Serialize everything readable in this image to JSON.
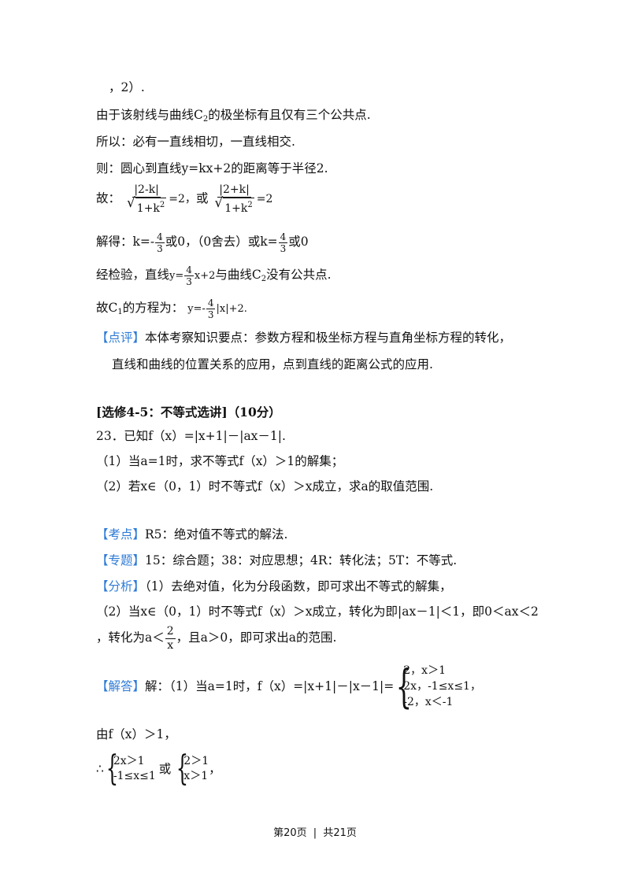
{
  "lines": {
    "l01": "，2）.",
    "l02a": "由于该射线与曲线C",
    "l02sub": "2",
    "l02b": "的极坐标有且仅有三个公共点.",
    "l03": "所以：必有一直线相切，一直线相交.",
    "l04": "则：圆心到直线y=kx+2的距离等于半径2.",
    "l05a": "故：",
    "l05num1": "|2-k|",
    "l05den1": "1+k",
    "l05eq1": "=2，",
    "l05or": "或",
    "l05num2": "|2+k|",
    "l05den2": "1+k",
    "l05eq2": "=2",
    "l06a": "解得：k=",
    "l06neg": "-",
    "l06num": "4",
    "l06den": "3",
    "l06b": "或0，（0舍去）或k=",
    "l06num2": "4",
    "l06den2": "3",
    "l06c": "或0",
    "l07a": "经检验，直线",
    "l07y": "y=",
    "l07num": "4",
    "l07den": "3",
    "l07b": "x+2",
    "l07c": "与曲线C",
    "l07sub": "2",
    "l07d": "没有公共点.",
    "l08a": "故C",
    "l08sub": "1",
    "l08b": "的方程为：",
    "l08y": "y=-",
    "l08num": "4",
    "l08den": "3",
    "l08c": "|x|+2.",
    "l09tag": "【点评】",
    "l09": "本体考察知识要点：参数方程和极坐标方程与直角坐标方程的转化，",
    "l10": "直线和曲线的位置关系的应用，点到直线的距离公式的应用.",
    "l11": "[选修4-5：不等式选讲]（10分）",
    "l12": "23．已知f（x）=|x+1|－|ax－1|.",
    "l13": "（1）当a=1时，求不等式f（x）＞1的解集；",
    "l14": "（2）若x∈（0，1）时不等式f（x）＞x成立，求a的取值范围.",
    "l15tag": "【考点】",
    "l15": "R5：绝对值不等式的解法.",
    "l16tag": "【专题】",
    "l16": "15：综合题；38：对应思想；4R：转化法；5T：不等式.",
    "l17tag": "【分析】",
    "l17": "（1）去绝对值，化为分段函数，即可求出不等式的解集，",
    "l18": "（2）当x∈（0，1）时不等式f（x）＞x成立，转化为即|ax－1|＜1，即0＜ax＜2",
    "l19a": "，转化为a＜",
    "l19num": "2",
    "l19den": "x",
    "l19b": "，且a＞0，即可求出a的范围.",
    "l20tag": "【解答】",
    "l20": "解：（1）当a=1时，f（x）=|x+1|－|x－1|=",
    "l20c1": "2，x＞1",
    "l20c2": "2x，-1≤x≤1，",
    "l20c3": "-2，x＜-1",
    "l21": "由f（x）＞1，",
    "l22a": "∴",
    "l22c1": "2x＞1",
    "l22c2": "-1≤x≤1",
    "l22or": "或",
    "l22c3": "2＞1",
    "l22c4": "x＞1",
    "l22end": "，"
  },
  "footer": {
    "page": "第20页",
    "sep": "|",
    "total": "共21页"
  }
}
